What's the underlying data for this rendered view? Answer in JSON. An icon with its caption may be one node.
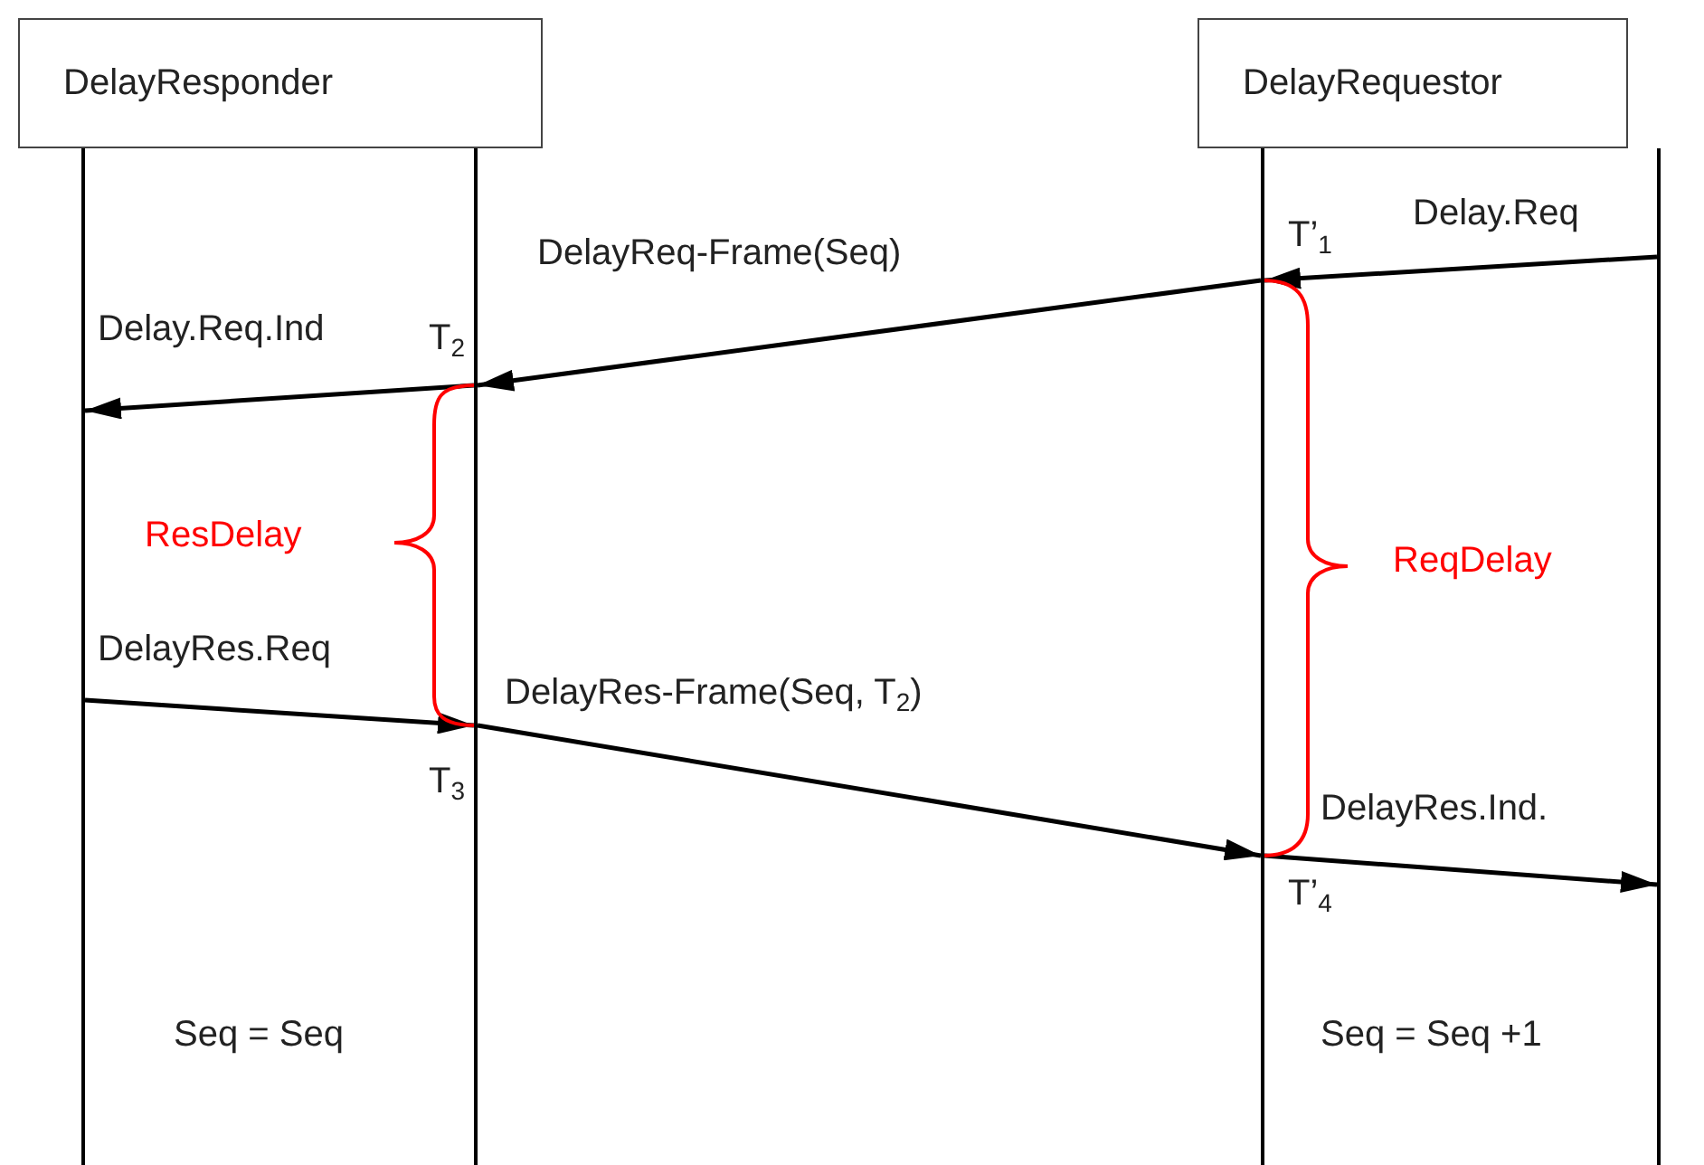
{
  "diagram": {
    "nodes": [
      {
        "text": [
          "DelayResponder"
        ]
      },
      {
        "text": [
          "DelayRequestor"
        ]
      },
      {
        "text": [],
        "shape": "bar"
      },
      {
        "text": [],
        "shape": "bar"
      },
      {
        "text": [],
        "shape": "bar"
      },
      {
        "text": [],
        "shape": "bar"
      }
    ],
    "edges": [
      {
        "from": 5,
        "to": 4,
        "arrow": "to",
        "label": "Delay.Req"
      },
      {
        "from": 4,
        "to": 3,
        "arrow": "to",
        "label": "DelayReq-Frame(Seq)"
      },
      {
        "from": 3,
        "to": 2,
        "arrow": "to",
        "label": "Delay.Req.Ind"
      },
      {
        "from": 2,
        "to": 3,
        "arrow": "to",
        "label": "DelayRes.Req"
      },
      {
        "from": 3,
        "to": 4,
        "arrow": "to",
        "label": "DelayRes-Frame(Seq, T$_{2}$)"
      },
      {
        "from": 4,
        "to": 5,
        "arrow": "to",
        "label": "DelayRes.Ind."
      }
    ],
    "labels": [
      "T’$_{1}$",
      "T$_{2}$",
      "ResDelay",
      "ReqDelay",
      "T$_{3}$",
      "T’$_{4}$",
      "Seq = Seq",
      "Seq = Seq +1"
    ]
  }
}
